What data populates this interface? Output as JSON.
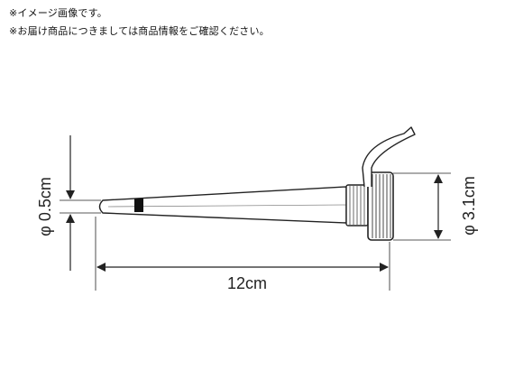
{
  "notes": [
    "※イメージ画像です。",
    "※お届け商品につきましては商品情報をご確認ください。"
  ],
  "dimensions": {
    "length": "12cm",
    "base_diameter": "φ 3.1cm",
    "tip_diameter": "φ 0.5cm"
  },
  "colors": {
    "line": "#222222",
    "fill": "#ffffff",
    "band": "#111111"
  }
}
